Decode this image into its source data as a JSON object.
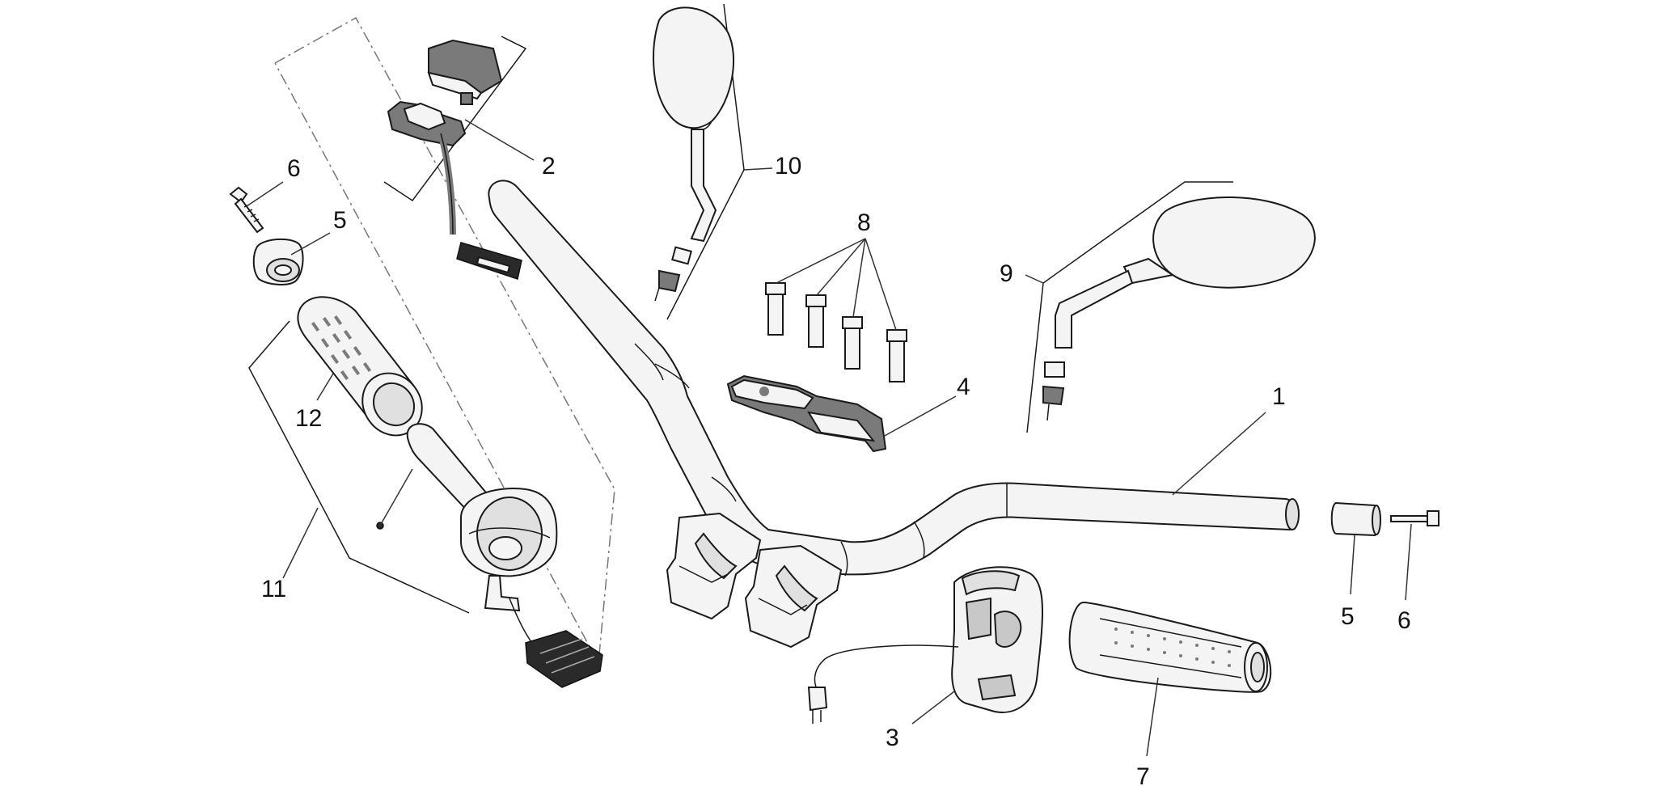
{
  "callouts": {
    "handlebar": "1",
    "left_switch_heated": "2",
    "right_switch": "3",
    "upper_clamp": "4",
    "weight_left": "5",
    "weight_right": "5",
    "screw_left": "6",
    "screw_right": "6",
    "grip_right": "7",
    "clamp_screws": "8",
    "mirror_right": "9",
    "mirror_left": "10",
    "throttle_kit": "11",
    "grip_left": "12"
  },
  "colors": {
    "line": "#1a1a1a",
    "part_fill": "#f4f4f4",
    "part_shade": "#7a7a7a",
    "connector": "#2a2a2a"
  }
}
